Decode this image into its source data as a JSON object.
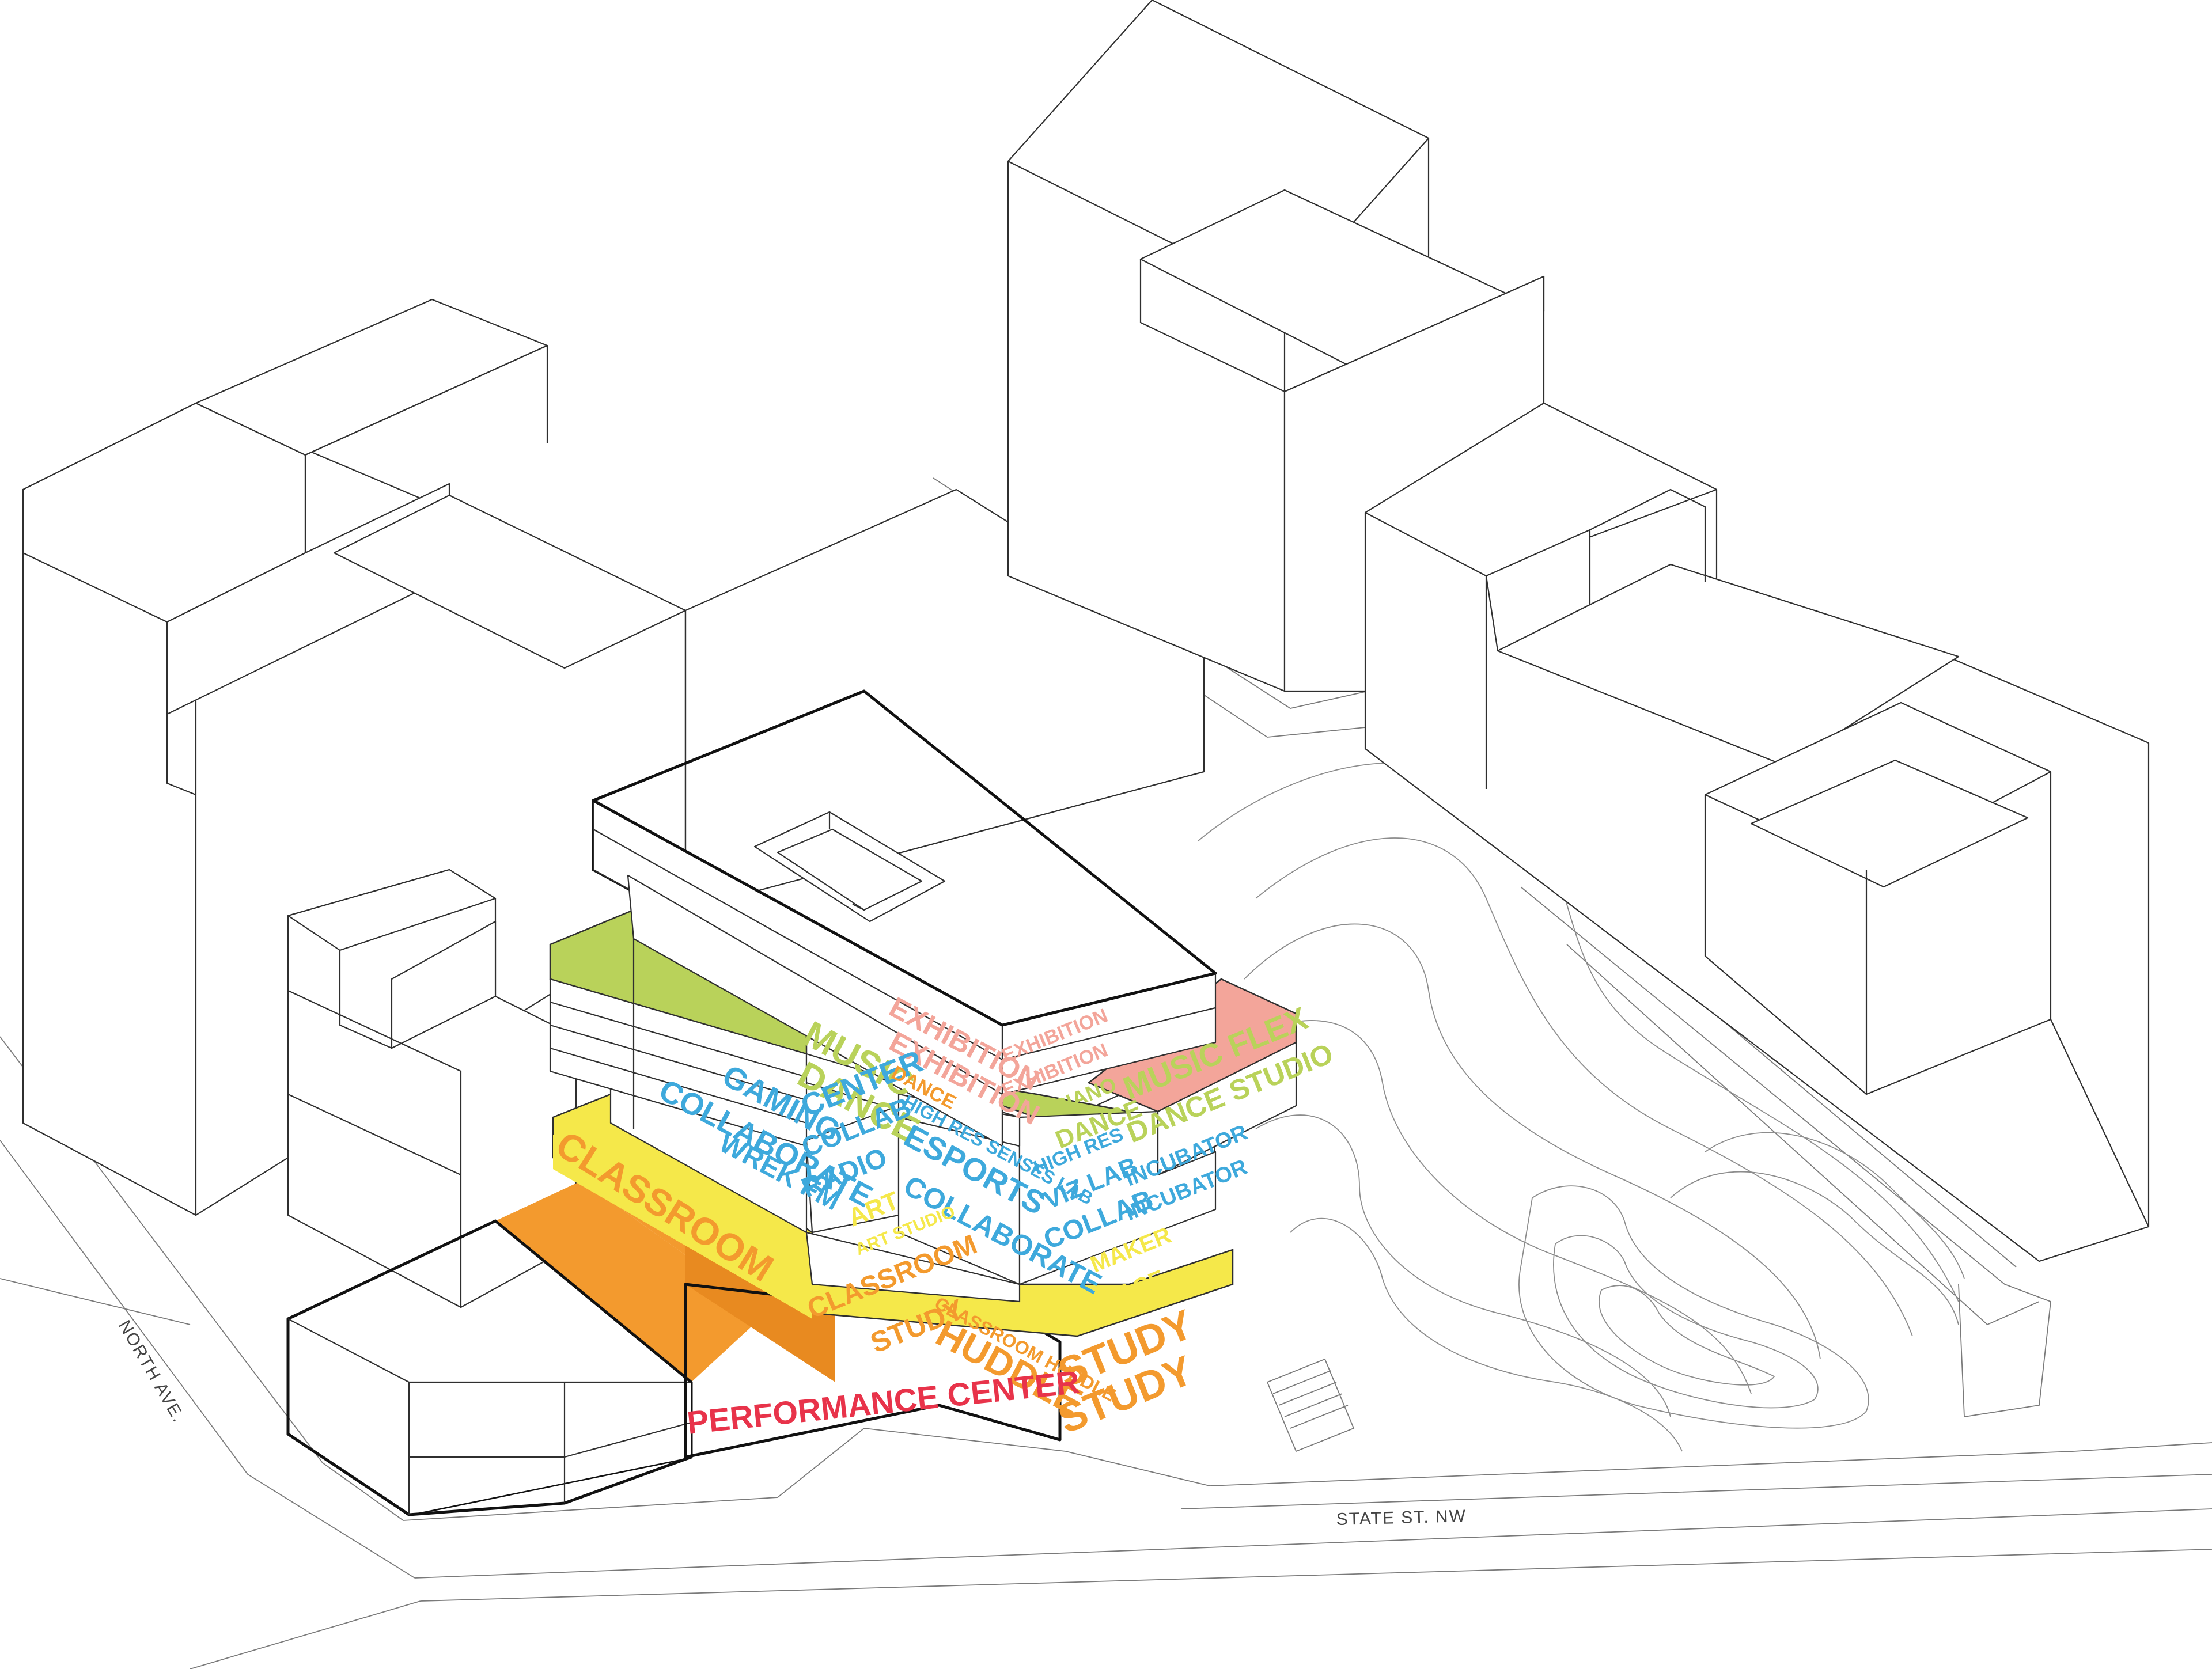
{
  "streets": {
    "north": "NORTH AVE.",
    "state": "STATE ST. NW"
  },
  "colors": {
    "orange": "#f39a2e",
    "yellow": "#f5e84a",
    "green": "#b9d25a",
    "pink": "#f3a59a",
    "blue": "#3ea9dc",
    "red": "#e8334a",
    "line": "#2f2f2f"
  },
  "labels": {
    "music": "MUSIC",
    "dance": "DANCE",
    "exhibition1": "EXHIBITION",
    "exhibition2": "EXHIBITION",
    "exhibition3": "EXHIBITION",
    "exhibition4": "EXHIBITION",
    "gaming": "GAMING",
    "center": "CENTER",
    "dance2": "DANCE",
    "collaborate1": "COLLABORATE",
    "collab1": "COLLAB",
    "high_res_senses": "HIGH RES SENSES LAB",
    "wrek_fm": "WREK FM",
    "radio": "RADIO",
    "esports": "ESPORTS",
    "high_res": "HIGH RES",
    "piano": "PIANO",
    "music_flex": "MUSIC FLEX",
    "dance_studio": "DANCE STUDIO",
    "dance3": "DANCE",
    "viz_lab": "VIZ LAB",
    "incubator1": "INCUBATOR",
    "incubator2": "INCUBATOR",
    "art": "ART",
    "collaborate2": "COLLABORATE",
    "art_studio": "ART STUDIO",
    "collab2": "COLLAB",
    "maker": "MAKER",
    "space": "SPACE",
    "classroom1": "CLASSROOM",
    "classroom2": "CLASSROOM",
    "classroom_huddle": "CLASSROOM HUDDLE",
    "study1": "STUDY",
    "huddle": "HUDDLE",
    "study2": "STUDY",
    "study3": "STUDY",
    "performance_center": "PERFORMANCE CENTER"
  }
}
